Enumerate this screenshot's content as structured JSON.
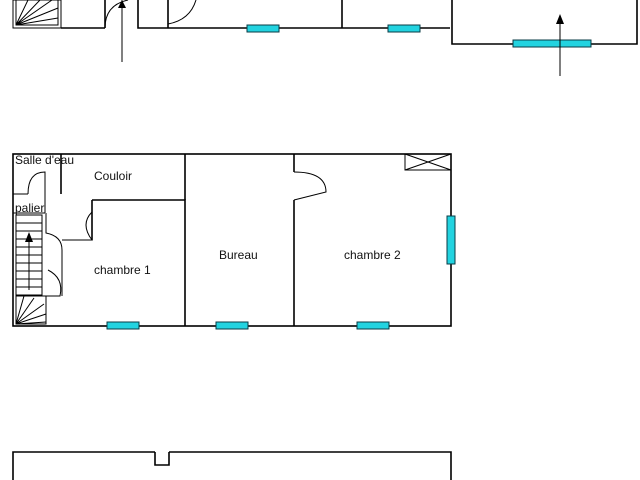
{
  "rooms": {
    "salle_deau": "Salle d'eau",
    "couloir": "Couloir",
    "palier": "palier",
    "chambre1": "chambre 1",
    "bureau": "Bureau",
    "chambre2": "chambre 2"
  },
  "colors": {
    "window": "#22d3e0",
    "wall": "#000000"
  }
}
